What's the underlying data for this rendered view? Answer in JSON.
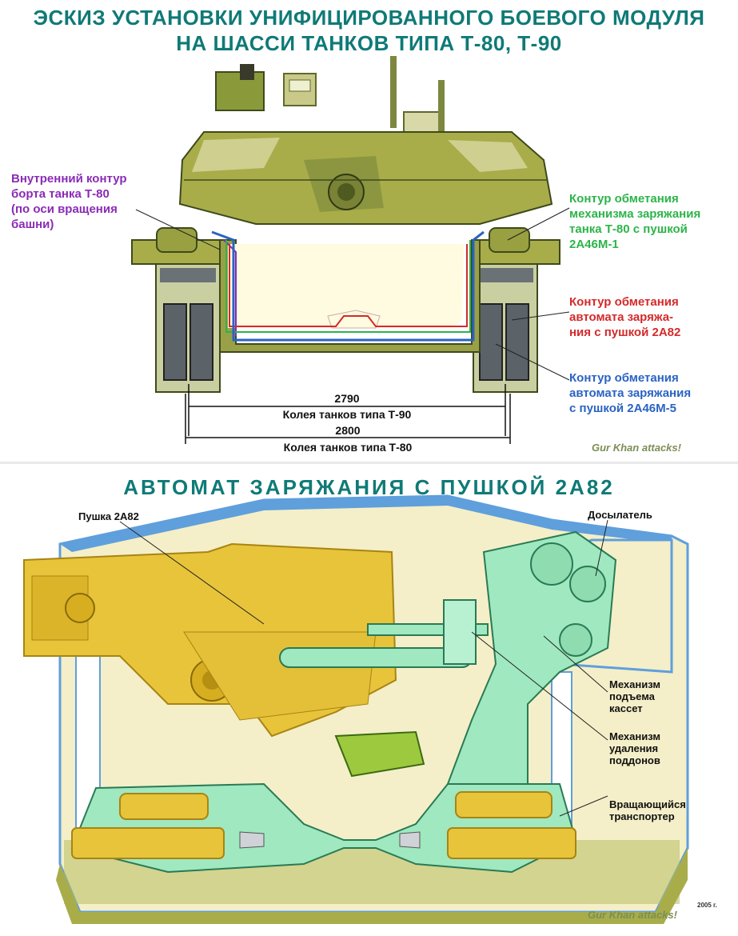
{
  "top": {
    "title_line1": "ЭСКИЗ УСТАНОВКИ УНИФИЦИРОВАННОГО БОЕВОГО МОДУЛЯ",
    "title_line2": "НА ШАССИ ТАНКОВ ТИПА Т-80, Т-90",
    "labels": {
      "inner_contour": "Внутренний контур\nборта танка Т-80\n(по оси вращения\nбашни)",
      "sweep_2a46m1": "Контур обметания\nмеханизма заряжания\nтанка Т-80 с пушкой\n2А46М-1",
      "sweep_2a82": "Контур обметания\nавтомата заряжа-\nния с пушкой 2А82",
      "sweep_2a46m5": "Контур обметания\nавтомата заряжания\nс пушкой 2А46М-5"
    },
    "dim_2790": "2790",
    "dim_2790_label": "Колея танков типа  Т-90",
    "dim_2800": "2800",
    "dim_2800_label": "Колея танков типа Т-80",
    "watermark": "Gur Khan attacks!"
  },
  "bottom": {
    "title": "АВТОМАТ ЗАРЯЖАНИЯ С ПУШКОЙ 2А82",
    "labels": {
      "gun": "Пушка 2А82",
      "rammer": "Досылатель",
      "cassette_lift": "Механизм\nподъема\nкассет",
      "pallet_removal": "Механизм\nудаления\nподдонов",
      "rotating_conveyor": "Вращающийся\nтранспортер"
    },
    "watermark": "Gur Khan attacks!",
    "year": "2005 г."
  },
  "colors": {
    "title": "#0f7a77",
    "inner_contour": "#8a2bb5",
    "sweep_2a46m1": "#2db44a",
    "sweep_2a82": "#d42a2a",
    "sweep_2a46m5": "#2a63c4",
    "turret": "#a8ad4a",
    "gun_yellow": "#e8c43a",
    "loader_green": "#9fe8c0",
    "hull_blue": "#5f9fdc"
  }
}
